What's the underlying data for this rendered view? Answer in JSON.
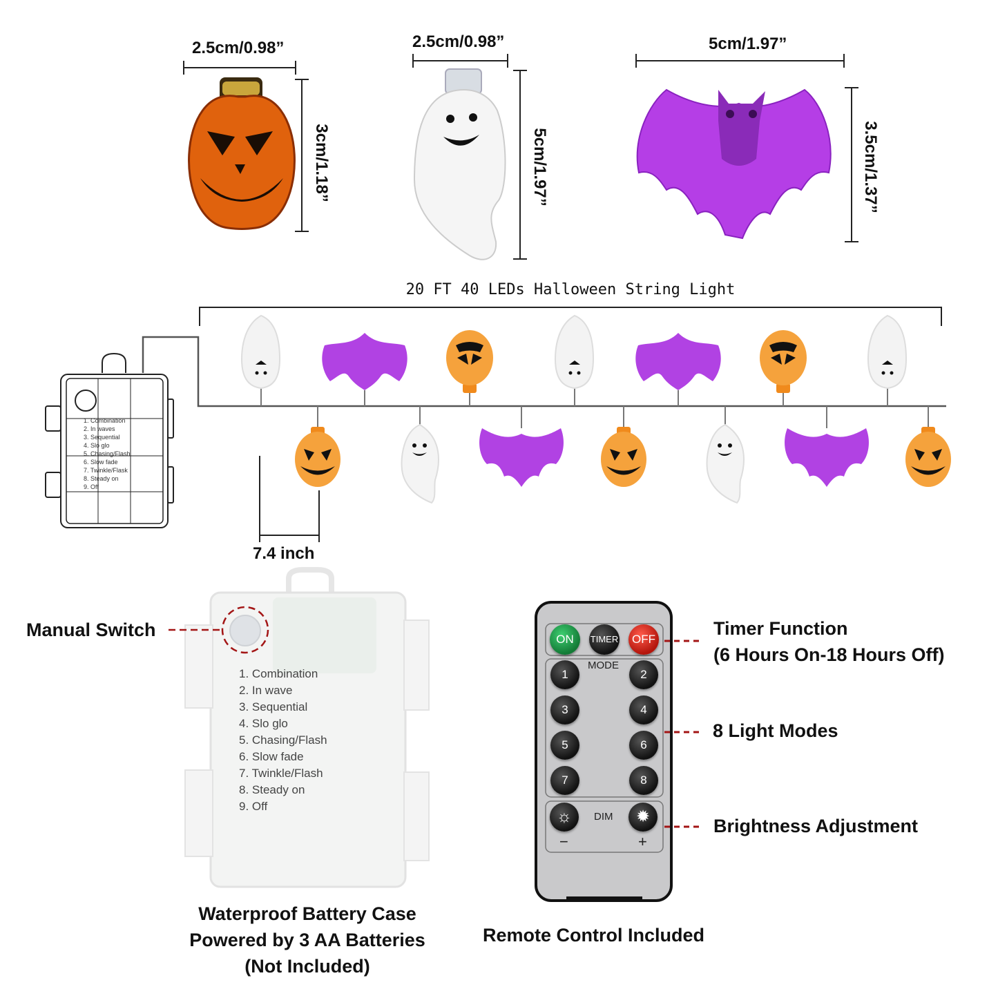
{
  "dimensions": {
    "pumpkin_width": "2.5cm/0.98”",
    "pumpkin_height": "3cm/1.18”",
    "ghost_width": "2.5cm/0.98”",
    "ghost_height": "5cm/1.97”",
    "bat_width": "5cm/1.97”",
    "bat_height": "3.5cm/1.37”"
  },
  "string_title": "20 FT 40 LEDs Halloween String Light",
  "spacing_label": "7.4 inch",
  "mini_case_modes": [
    "1. Combination",
    "2. In waves",
    "3. Sequential",
    "4. Slo glo",
    "5. Chasing/Flash",
    "6. Slow fade",
    "7. Twinkle/Flask",
    "8. Steady on",
    "9. Off"
  ],
  "case_modes": [
    "1. Combination",
    "2. In wave",
    "3. Sequential",
    "4. Slo glo",
    "5. Chasing/Flash",
    "6. Slow fade",
    "7. Twinkle/Flash",
    "8. Steady on",
    "9. Off"
  ],
  "manual_switch_label": "Manual Switch",
  "battery_caption": [
    "Waterproof Battery Case",
    "Powered by 3 AA Batteries",
    "(Not Included)"
  ],
  "remote": {
    "on": "ON",
    "timer": "TIMER",
    "off": "OFF",
    "mode": "MODE",
    "numbers": [
      "1",
      "2",
      "3",
      "4",
      "5",
      "6",
      "7",
      "8"
    ],
    "dim": "DIM",
    "minus": "−",
    "plus": "+",
    "caption": "Remote Control Included"
  },
  "callouts": {
    "timer_title": "Timer Function",
    "timer_detail": "(6 Hours On-18 Hours Off)",
    "modes": "8 Light Modes",
    "brightness": "Brightness Adjustment"
  },
  "colors": {
    "pumpkin": "#f2a03c",
    "pumpkin_dark": "#c5520e",
    "bat": "#b042e6",
    "ghost": "#f4f4f4",
    "on_button": "#1f9a4a",
    "off_button": "#d9261c",
    "remote_body": "#c9c9cb",
    "callout_dash": "#a31515"
  }
}
